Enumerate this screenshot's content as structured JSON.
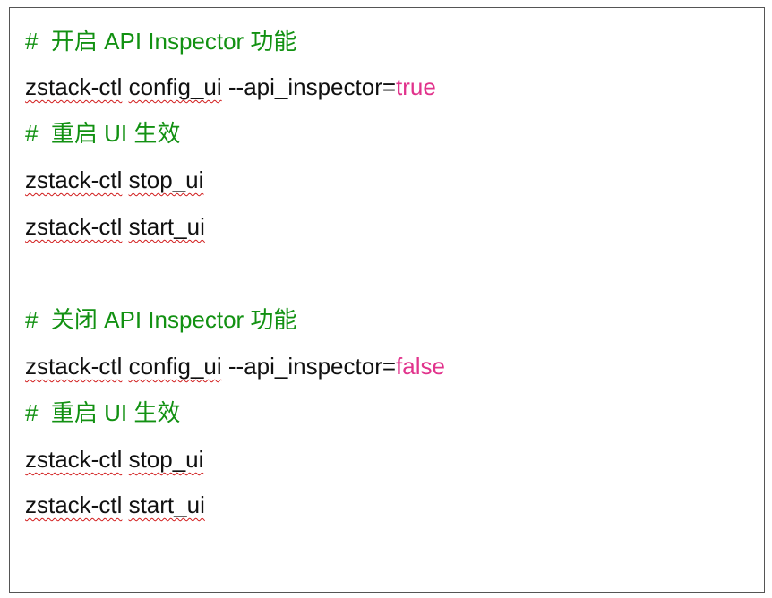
{
  "lines": [
    {
      "type": "comment",
      "text": "#  开启 API Inspector 功能"
    },
    {
      "type": "command",
      "cmd": "zstack-ctl",
      "sub": "config_ui",
      "flag": "--api_inspector=",
      "value": "true"
    },
    {
      "type": "comment",
      "text": "#  重启 UI 生效"
    },
    {
      "type": "command",
      "cmd": "zstack-ctl",
      "sub": "stop_ui"
    },
    {
      "type": "command",
      "cmd": "zstack-ctl",
      "sub": "start_ui"
    },
    {
      "type": "comment",
      "text": "#  关闭 API Inspector 功能"
    },
    {
      "type": "command",
      "cmd": "zstack-ctl",
      "sub": "config_ui",
      "flag": "--api_inspector=",
      "value": "false"
    },
    {
      "type": "comment",
      "text": "#  重启 UI 生效"
    },
    {
      "type": "command",
      "cmd": "zstack-ctl",
      "sub": "stop_ui"
    },
    {
      "type": "command",
      "cmd": "zstack-ctl",
      "sub": "start_ui"
    }
  ],
  "colors": {
    "comment": "#129112",
    "value": "#e1338c",
    "text": "#111111"
  }
}
